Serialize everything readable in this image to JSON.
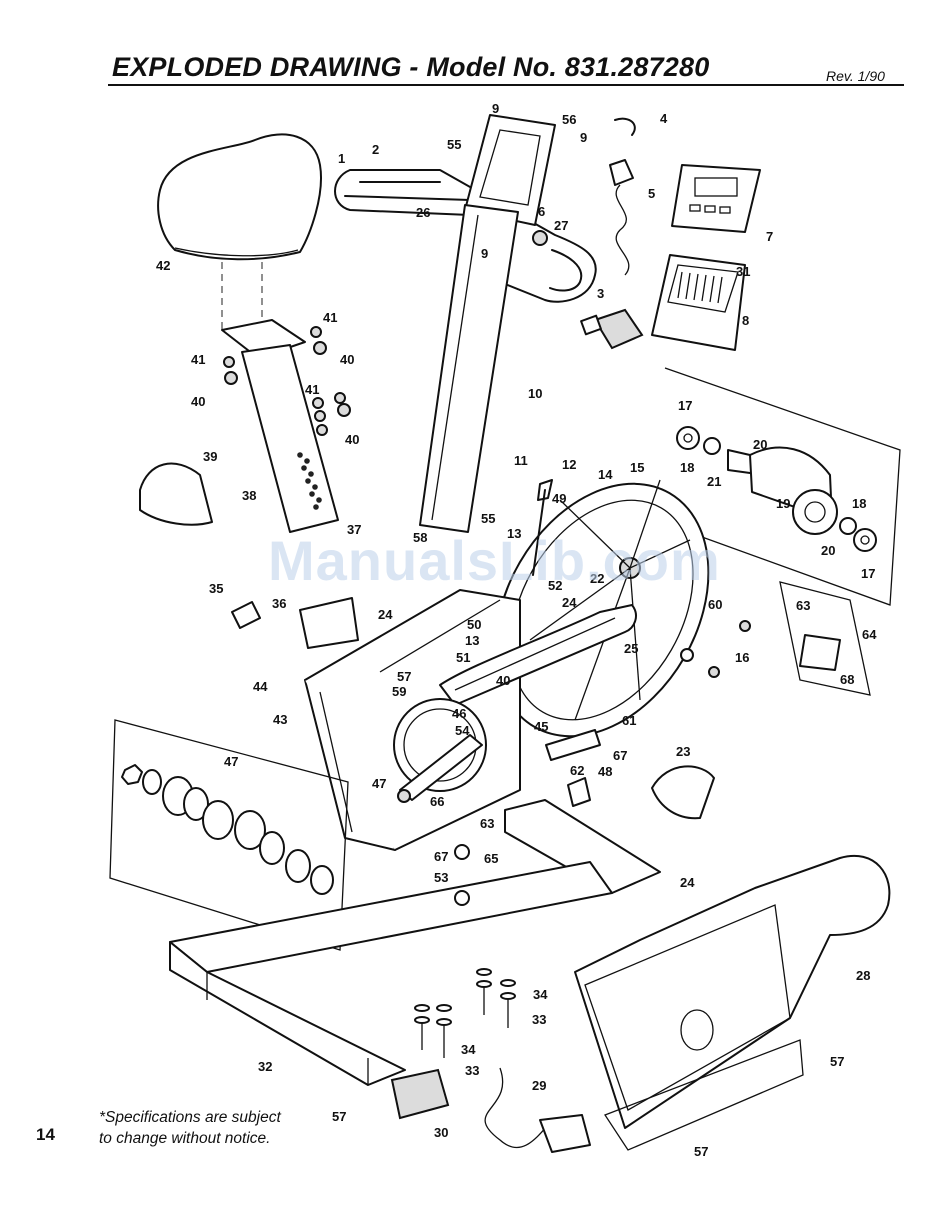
{
  "header": {
    "title": "EXPLODED DRAWING - Model No. 831.287280",
    "revision": "Rev. 1/90"
  },
  "footer": {
    "page_number": "14",
    "note_line1": "*Specifications are subject",
    "note_line2": "to change without notice."
  },
  "watermark": "ManualsLib.com",
  "callouts": [
    "1",
    "2",
    "3",
    "4",
    "5",
    "6",
    "7",
    "8",
    "9",
    "10",
    "11",
    "12",
    "13",
    "14",
    "15",
    "16",
    "17",
    "18",
    "19",
    "20",
    "21",
    "22",
    "23",
    "24",
    "25",
    "26",
    "27",
    "28",
    "29",
    "30",
    "31",
    "32",
    "33",
    "34",
    "35",
    "36",
    "37",
    "38",
    "39",
    "40",
    "41",
    "42",
    "43",
    "44",
    "45",
    "46",
    "47",
    "48",
    "49",
    "50",
    "51",
    "52",
    "53",
    "54",
    "55",
    "56",
    "57",
    "58",
    "59",
    "60",
    "61",
    "62",
    "63",
    "64",
    "65",
    "66",
    "67",
    "68"
  ]
}
